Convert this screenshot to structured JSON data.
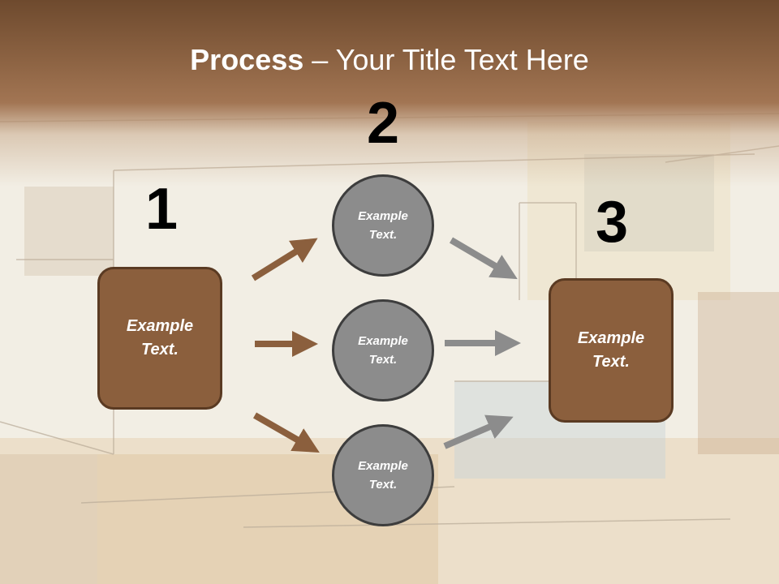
{
  "title": {
    "bold": "Process",
    "rest": " – Your Title Text Here"
  },
  "numbers": [
    "1",
    "2",
    "3"
  ],
  "left_box": {
    "text": "Example Text."
  },
  "circles": [
    {
      "text": "Example Text."
    },
    {
      "text": "Example Text."
    },
    {
      "text": "Example Text."
    }
  ],
  "right_box": {
    "text": "Example Text."
  },
  "colors": {
    "header": "#8a6141",
    "box": "#8b5f3d",
    "circle": "#8c8c8c",
    "arrow_brown": "#8b5f3d",
    "arrow_gray": "#8c8c8c"
  }
}
